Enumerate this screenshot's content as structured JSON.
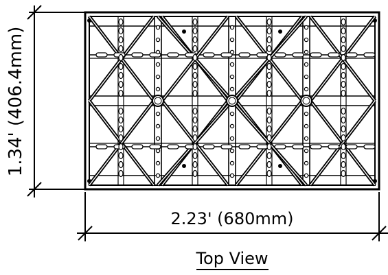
{
  "drawing": {
    "height_dimension": "1.34' (406.4mm)",
    "width_dimension": "2.23' (680mm)",
    "view_title": "Top View"
  }
}
